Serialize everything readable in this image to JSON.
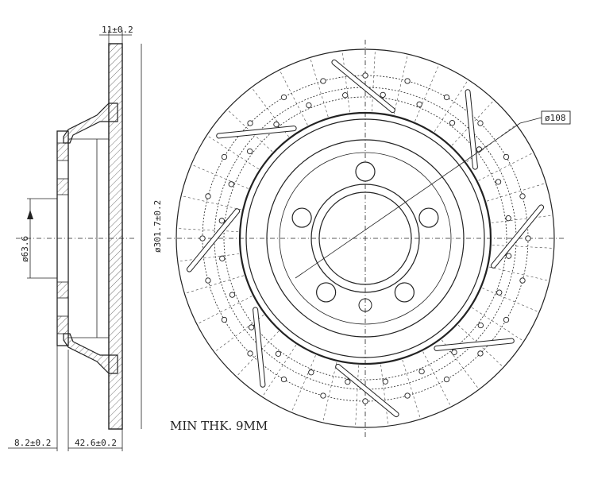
{
  "dimensions": {
    "flange_thickness": "11±0.2",
    "hub_diameter": "ø63.6",
    "outer_diameter": "ø301.7±0.2",
    "bolt_circle_diameter": "ø108",
    "hat_offset": "8.2±0.2",
    "total_height": "42.6±0.2"
  },
  "notes": {
    "min_thickness": "MIN THK. 9MM"
  }
}
